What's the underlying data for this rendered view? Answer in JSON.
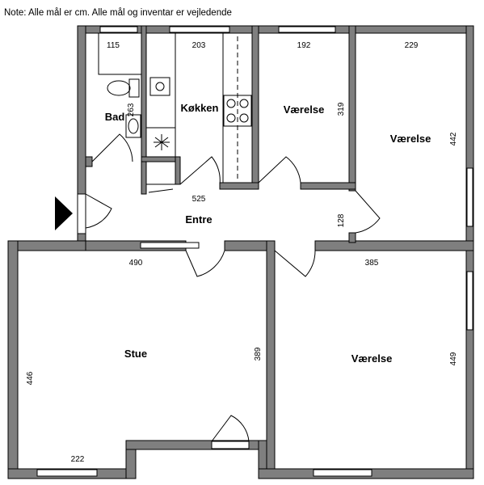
{
  "note": "Note: Alle mål er cm. Alle mål og inventar er vejledende",
  "rooms": {
    "bad": "Bad",
    "kokken": "Køkken",
    "vaerelse_top": "Værelse",
    "vaerelse_right": "Værelse",
    "entre": "Entre",
    "stue": "Stue",
    "vaerelse_bottom": "Værelse"
  },
  "dimensions": {
    "bad_width": "115",
    "bad_depth": "263",
    "kokken_width": "203",
    "vaerelse_top_width": "192",
    "vaerelse_top_depth": "319",
    "vaerelse_right_width": "229",
    "vaerelse_right_depth": "442",
    "entre_width": "525",
    "entre_depth": "128",
    "stue_width": "490",
    "stue_depth": "389",
    "stue_left_depth": "446",
    "stue_niche_width": "222",
    "vaerelse_bottom_width": "385",
    "vaerelse_bottom_depth": "449"
  },
  "colors": {
    "wall": "#7f7f7f",
    "line": "#000000",
    "background": "#ffffff"
  }
}
